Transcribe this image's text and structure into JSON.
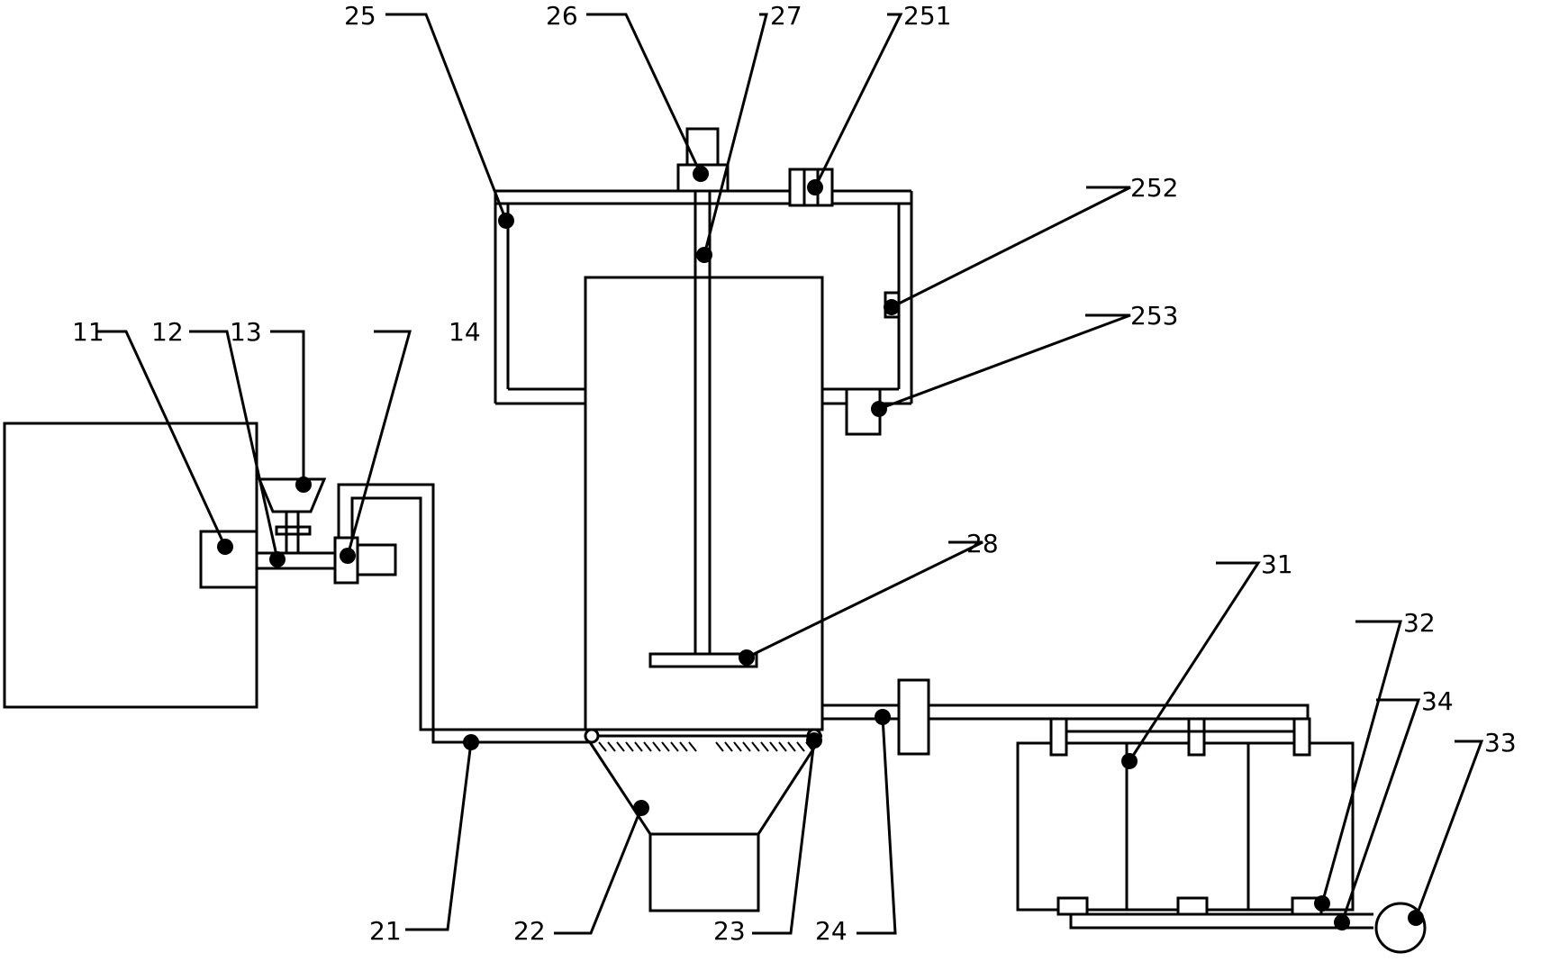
{
  "diagram": {
    "labels": {
      "l11": "11",
      "l12": "12",
      "l13": "13",
      "l14": "14",
      "l21": "21",
      "l22": "22",
      "l23": "23",
      "l24": "24",
      "l25": "25",
      "l26": "26",
      "l27": "27",
      "l28": "28",
      "l31": "31",
      "l32": "32",
      "l33": "33",
      "l34": "34",
      "l251": "251",
      "l252": "252",
      "l253": "253"
    }
  }
}
